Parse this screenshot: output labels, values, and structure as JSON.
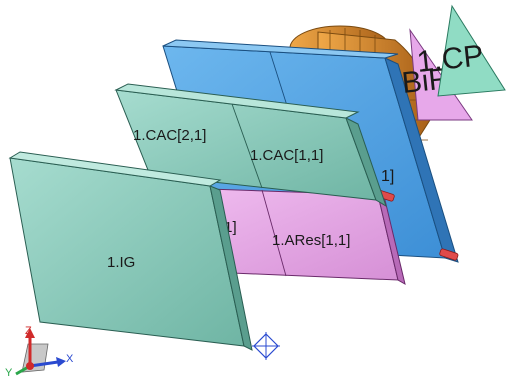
{
  "viewport": {
    "background": "#ffffff",
    "labels": {
      "input_grating": "1.IG",
      "cac_2_1": "1.CAC[2,1]",
      "cac_1_1": "1.CAC[1,1]",
      "ares_2_1_partial": ",1]",
      "ares_1_1": "1.ARes[1,1]",
      "blue_panel_partial": "1]",
      "bir": "BiR",
      "cp": "1.CP"
    },
    "axes": {
      "x": "X",
      "y": "Y",
      "z": "Z"
    }
  },
  "colors": {
    "teal_face": "#8fcfc0",
    "teal_side": "#5fa898",
    "blue_face": "#5aa8e6",
    "blue_side": "#2f7fc4",
    "pink_face": "#e8a8e8",
    "pink_side": "#c67cc6",
    "orange": "#d88a2a",
    "marker_red": "#e04a4a",
    "triangle_pink": "#e7a8ea",
    "triangle_teal": "#90dcc4",
    "axis_x": "#2a4ad0",
    "axis_y": "#2aa64a",
    "axis_z": "#d02a2a"
  },
  "icons": [
    "axis-triad-icon",
    "view-center-icon"
  ]
}
